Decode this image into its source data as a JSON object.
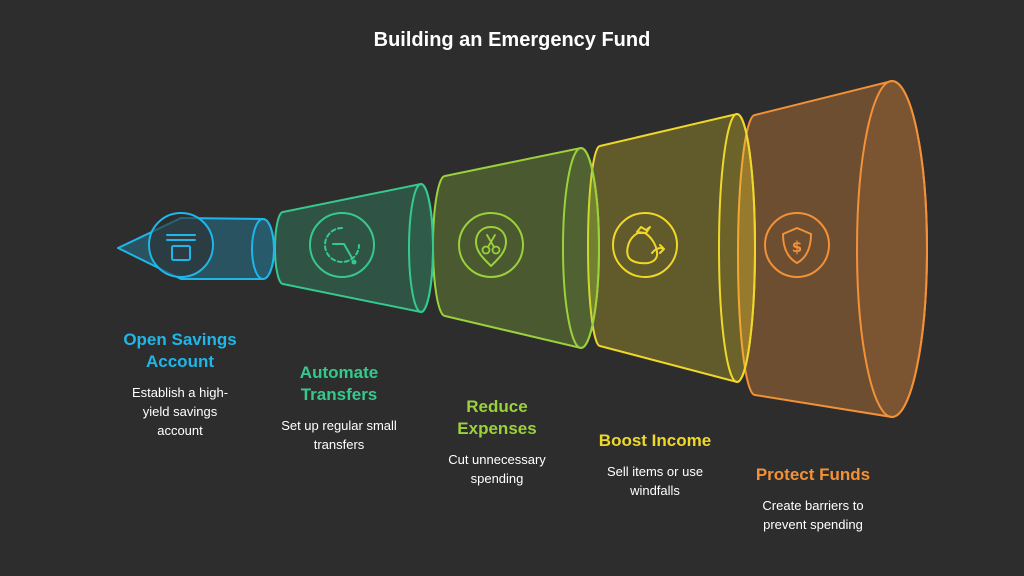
{
  "title": "Building an Emergency Fund",
  "steps": [
    {
      "title": "Open Savings\nAccount",
      "description": "Establish a high-\nyield savings\naccount",
      "color": "#1fb6e9",
      "icon": "savings-card-icon"
    },
    {
      "title": "Automate\nTransfers",
      "description": "Set up regular small\ntransfers",
      "color": "#36c98e",
      "icon": "clock-timer-icon"
    },
    {
      "title": "Reduce\nExpenses",
      "description": "Cut unnecessary\nspending",
      "color": "#9bd13b",
      "icon": "scissors-icon"
    },
    {
      "title": "Boost Income",
      "description": "Sell items or use\nwindfalls",
      "color": "#efd82a",
      "icon": "money-bag-icon"
    },
    {
      "title": "Protect Funds",
      "description": "Create barriers to\nprevent spending",
      "color": "#f39138",
      "icon": "shield-dollar-icon"
    }
  ]
}
